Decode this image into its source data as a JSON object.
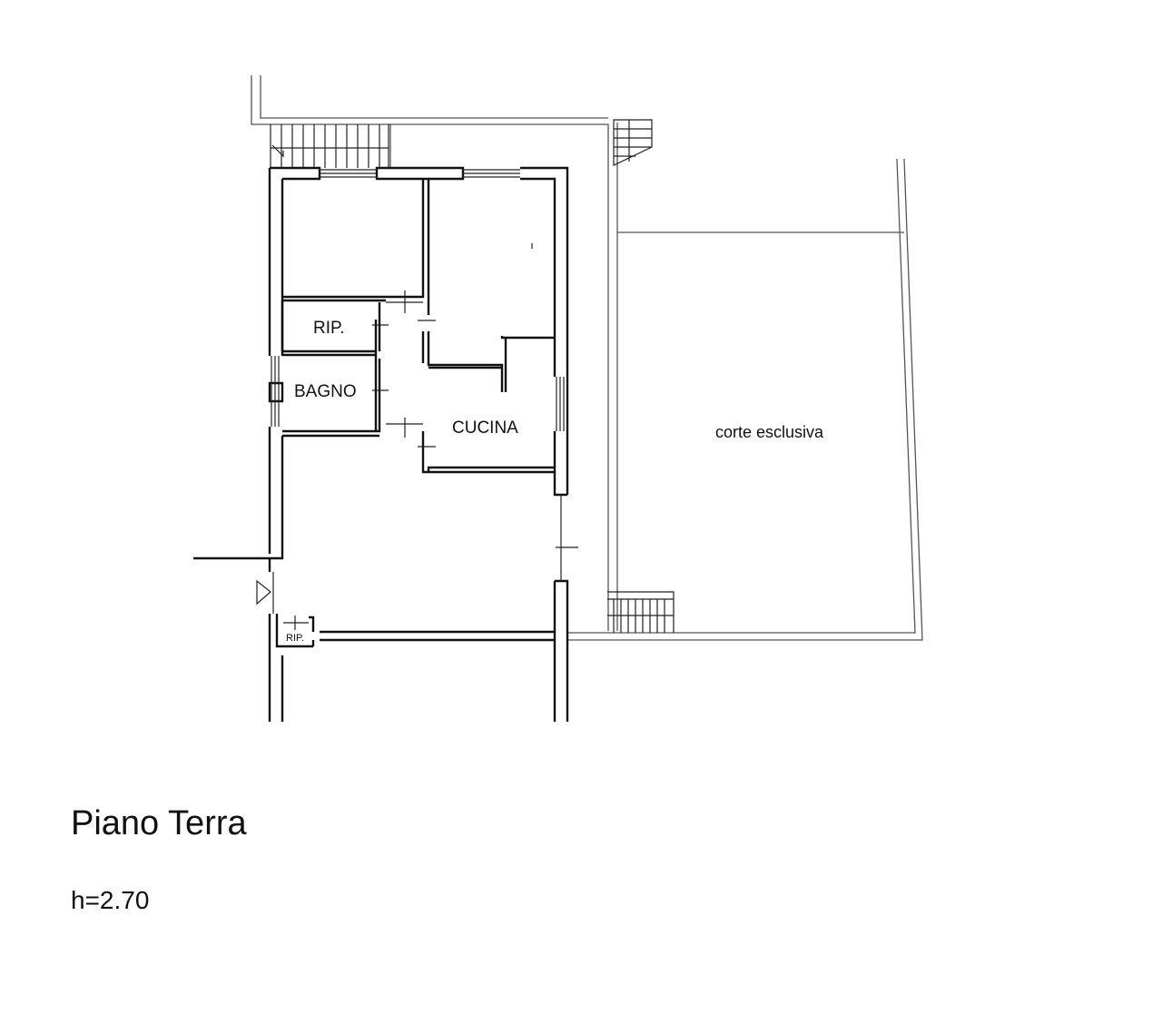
{
  "plan": {
    "rooms": {
      "rip_upper": "RIP.",
      "bagno": "BAGNO",
      "cucina": "CUCINA",
      "rip_lower": "RIP.",
      "corte": "corte esclusiva"
    },
    "title": "Piano Terra",
    "height_label": "h=2.70",
    "line_color": "#111111"
  }
}
